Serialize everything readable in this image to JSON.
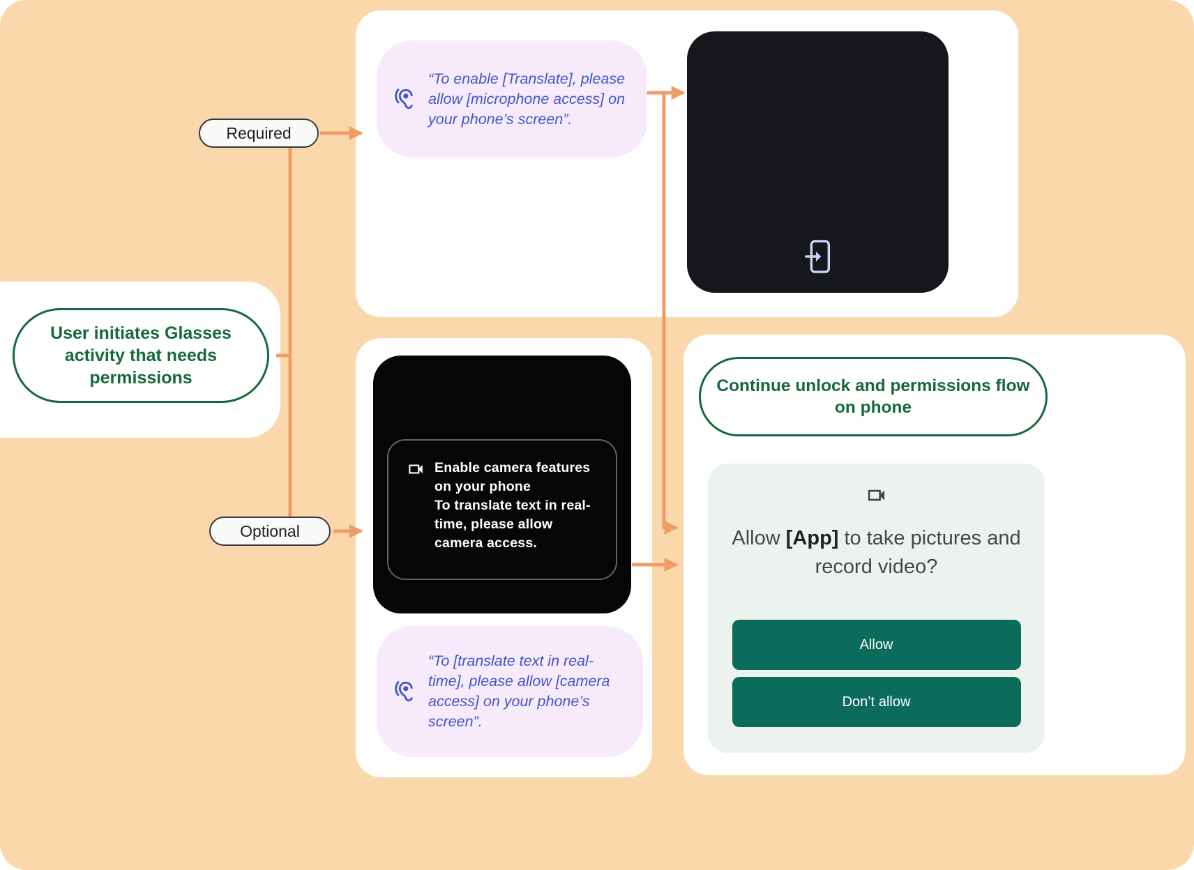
{
  "diagram": {
    "start_node": "User initiates Glasses activity that needs permissions",
    "branches": {
      "required": "Required",
      "optional": "Optional"
    }
  },
  "required_flow": {
    "voice_prompt": {
      "icon": "hearing-icon",
      "text": "“To enable [Translate], please allow [microphone access] on your phone’s screen”."
    },
    "phone_screen": {
      "icon": "open-on-phone-icon"
    }
  },
  "optional_flow": {
    "glasses_prompt": {
      "icon": "videocam-icon",
      "title": "Enable camera features on your phone",
      "body": "To translate text in real-time, please allow camera access."
    },
    "voice_prompt": {
      "icon": "hearing-icon",
      "text": "“To [translate text in real-time], please allow [camera access] on your phone’s screen”."
    }
  },
  "phone_flow": {
    "title": "Continue unlock and permissions flow on phone",
    "permission_dialog": {
      "icon": "videocam-icon",
      "prompt_prefix": "Allow ",
      "prompt_app": "[App]",
      "prompt_suffix": " to take pictures and record video?",
      "buttons": {
        "allow": "Allow",
        "dont_allow": "Don’t allow"
      }
    }
  },
  "colors": {
    "canvas_bg": "#FAD8AC",
    "connector_orange": "#F09C66",
    "green": "#15693C",
    "bubble_bg": "#F6EAFB",
    "bubble_text": "#4355C9",
    "teal_button": "#0C6C5C",
    "dialog_panel_bg": "#ECF3EE",
    "screen_black": "#16171A"
  }
}
